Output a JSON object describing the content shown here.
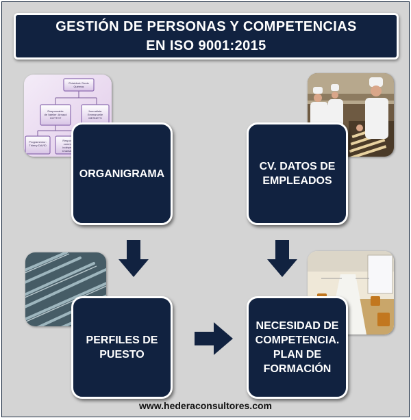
{
  "title": {
    "line1": "GESTIÓN DE PERSONAS Y COMPETENCIAS",
    "line2": "EN ISO 9001:2015"
  },
  "boxes": {
    "organigrama": "ORGANIGRAMA",
    "cv": "CV. DATOS DE EMPLEADOS",
    "perfiles": "PERFILES DE PUESTO",
    "necesidad": "NECESIDAD DE COMPETENCIA. PLAN DE FORMACIÓN"
  },
  "org_chart": {
    "top": "Président: Denis Quémas",
    "mid_left": "Responsable de l'atelier: Arnaud GOTTOT",
    "mid_right": "Journaliste: Emmanuelle MESNETS",
    "bottom_left": "Programmeur: Thierry DAVID",
    "bottom_right": "Responsable commercial indépendant: Chantal GIRE"
  },
  "footer": "www.hederaconsultores.com",
  "colors": {
    "box_fill": "#112240",
    "box_border": "#ffffff",
    "background": "#d4d4d4",
    "arrow": "#112240"
  }
}
